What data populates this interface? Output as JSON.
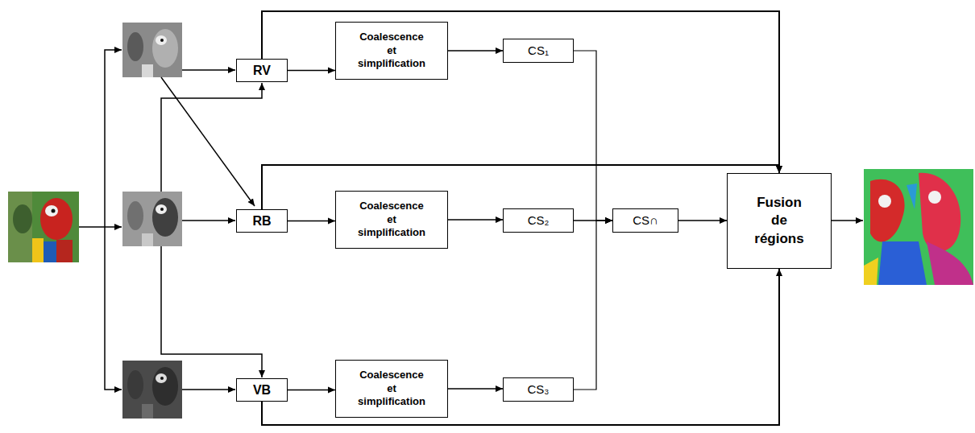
{
  "diagram": {
    "nodes": [
      {
        "text": [
          "RV"
        ]
      },
      {
        "text": [
          "Coalescence et simplification"
        ]
      },
      {
        "text": [
          "CS₁"
        ]
      },
      {
        "text": [
          "RB"
        ]
      },
      {
        "text": [
          "Coalescence et simplification"
        ]
      },
      {
        "text": [
          "CS₂"
        ]
      },
      {
        "text": [
          "VB"
        ]
      },
      {
        "text": [
          "Coalescence et simplification"
        ]
      },
      {
        "text": [
          "CS₃"
        ]
      },
      {
        "text": [
          "CS∩"
        ]
      },
      {
        "text": [
          "Fusion de régions"
        ]
      }
    ],
    "edges": [
      {
        "from": 0,
        "to": 1,
        "arrow": "to"
      },
      {
        "from": 1,
        "to": 2,
        "arrow": "to"
      },
      {
        "from": 3,
        "to": 4,
        "arrow": "to"
      },
      {
        "from": 4,
        "to": 5,
        "arrow": "to"
      },
      {
        "from": 6,
        "to": 7,
        "arrow": "to"
      },
      {
        "from": 7,
        "to": 8,
        "arrow": "to"
      },
      {
        "from": 2,
        "to": 9,
        "arrow": "to"
      },
      {
        "from": 5,
        "to": 9,
        "arrow": "to"
      },
      {
        "from": 8,
        "to": 9,
        "arrow": "to"
      },
      {
        "from": 9,
        "to": 10,
        "arrow": "to"
      },
      {
        "from": 0,
        "to": 10,
        "arrow": "to"
      },
      {
        "from": 3,
        "to": 10,
        "arrow": "to"
      },
      {
        "from": 6,
        "to": 10,
        "arrow": "to"
      }
    ]
  }
}
